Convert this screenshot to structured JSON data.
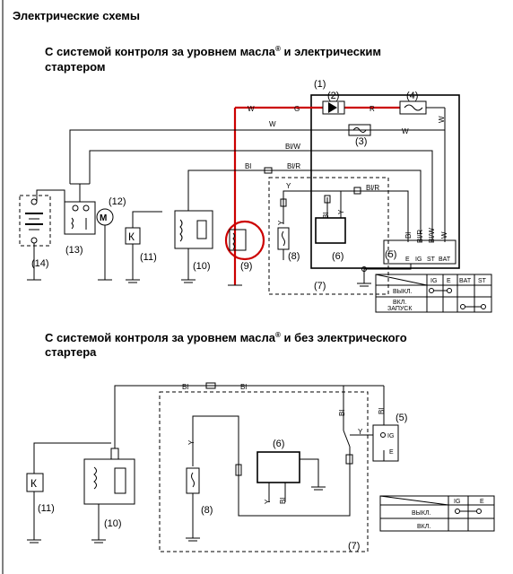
{
  "section_title": "Электрические схемы",
  "diagram1": {
    "title_line1": "С системой контроля за уровнем масла",
    "title_line1_end": " и электрическим",
    "title_line2": "стартером",
    "registered_mark": "®",
    "components": {
      "c1": "(1)",
      "c2": "(2)",
      "c3": "(3)",
      "c4": "(4)",
      "c5": "(5)",
      "c6": "(6)",
      "c7": "(7)",
      "c8": "(8)",
      "c9": "(9)",
      "c10": "(10)",
      "c11": "(11)",
      "c12": "(12)",
      "c13": "(13)",
      "c14": "(14)"
    },
    "wire_labels": {
      "w_top": "W",
      "g_top": "G",
      "r_top": "R",
      "w_top_right": "W",
      "w_mid_left": "W",
      "w_mid_right": "W",
      "blw": "Bl/W",
      "bl_left": "Bl",
      "blr_mid": "Bl/R",
      "y_inner": "Y",
      "bl_inner": "Bl",
      "y_inner2": "Y",
      "blr_inner": "Bl/R",
      "y_vert": "Y",
      "w_vert_right": "W"
    },
    "switch_pins": [
      "E",
      "IG",
      "ST",
      "BAT"
    ],
    "switch_wires": [
      "Bl",
      "Bl/R",
      "Bl/W",
      "W"
    ],
    "table": {
      "headers": [
        "IG",
        "E",
        "BAT",
        "ST"
      ],
      "rows": [
        "ВЫКЛ.",
        "ВКЛ.",
        "ЗАПУСК"
      ]
    }
  },
  "diagram2": {
    "title_line1": "С системой контроля за уровнем масла",
    "title_line1_end": " и без электрического",
    "title_line2": "стартера",
    "registered_mark": "®",
    "components": {
      "c5": "(5)",
      "c6": "(6)",
      "c7": "(7)",
      "c8": "(8)",
      "c10": "(10)",
      "c11": "(11)"
    },
    "wire_labels": {
      "bl_left": "Bl",
      "bl_right": "Bl",
      "bl_vert": "Bl",
      "y_sw": "Y",
      "y_left": "Y",
      "y_mod": "Y",
      "bl_mod": "Bl",
      "ig_pin": "IG",
      "e_pin": "E"
    },
    "table": {
      "headers": [
        "IG",
        "E"
      ],
      "rows": [
        "ВЫКЛ.",
        "ВКЛ."
      ]
    }
  }
}
